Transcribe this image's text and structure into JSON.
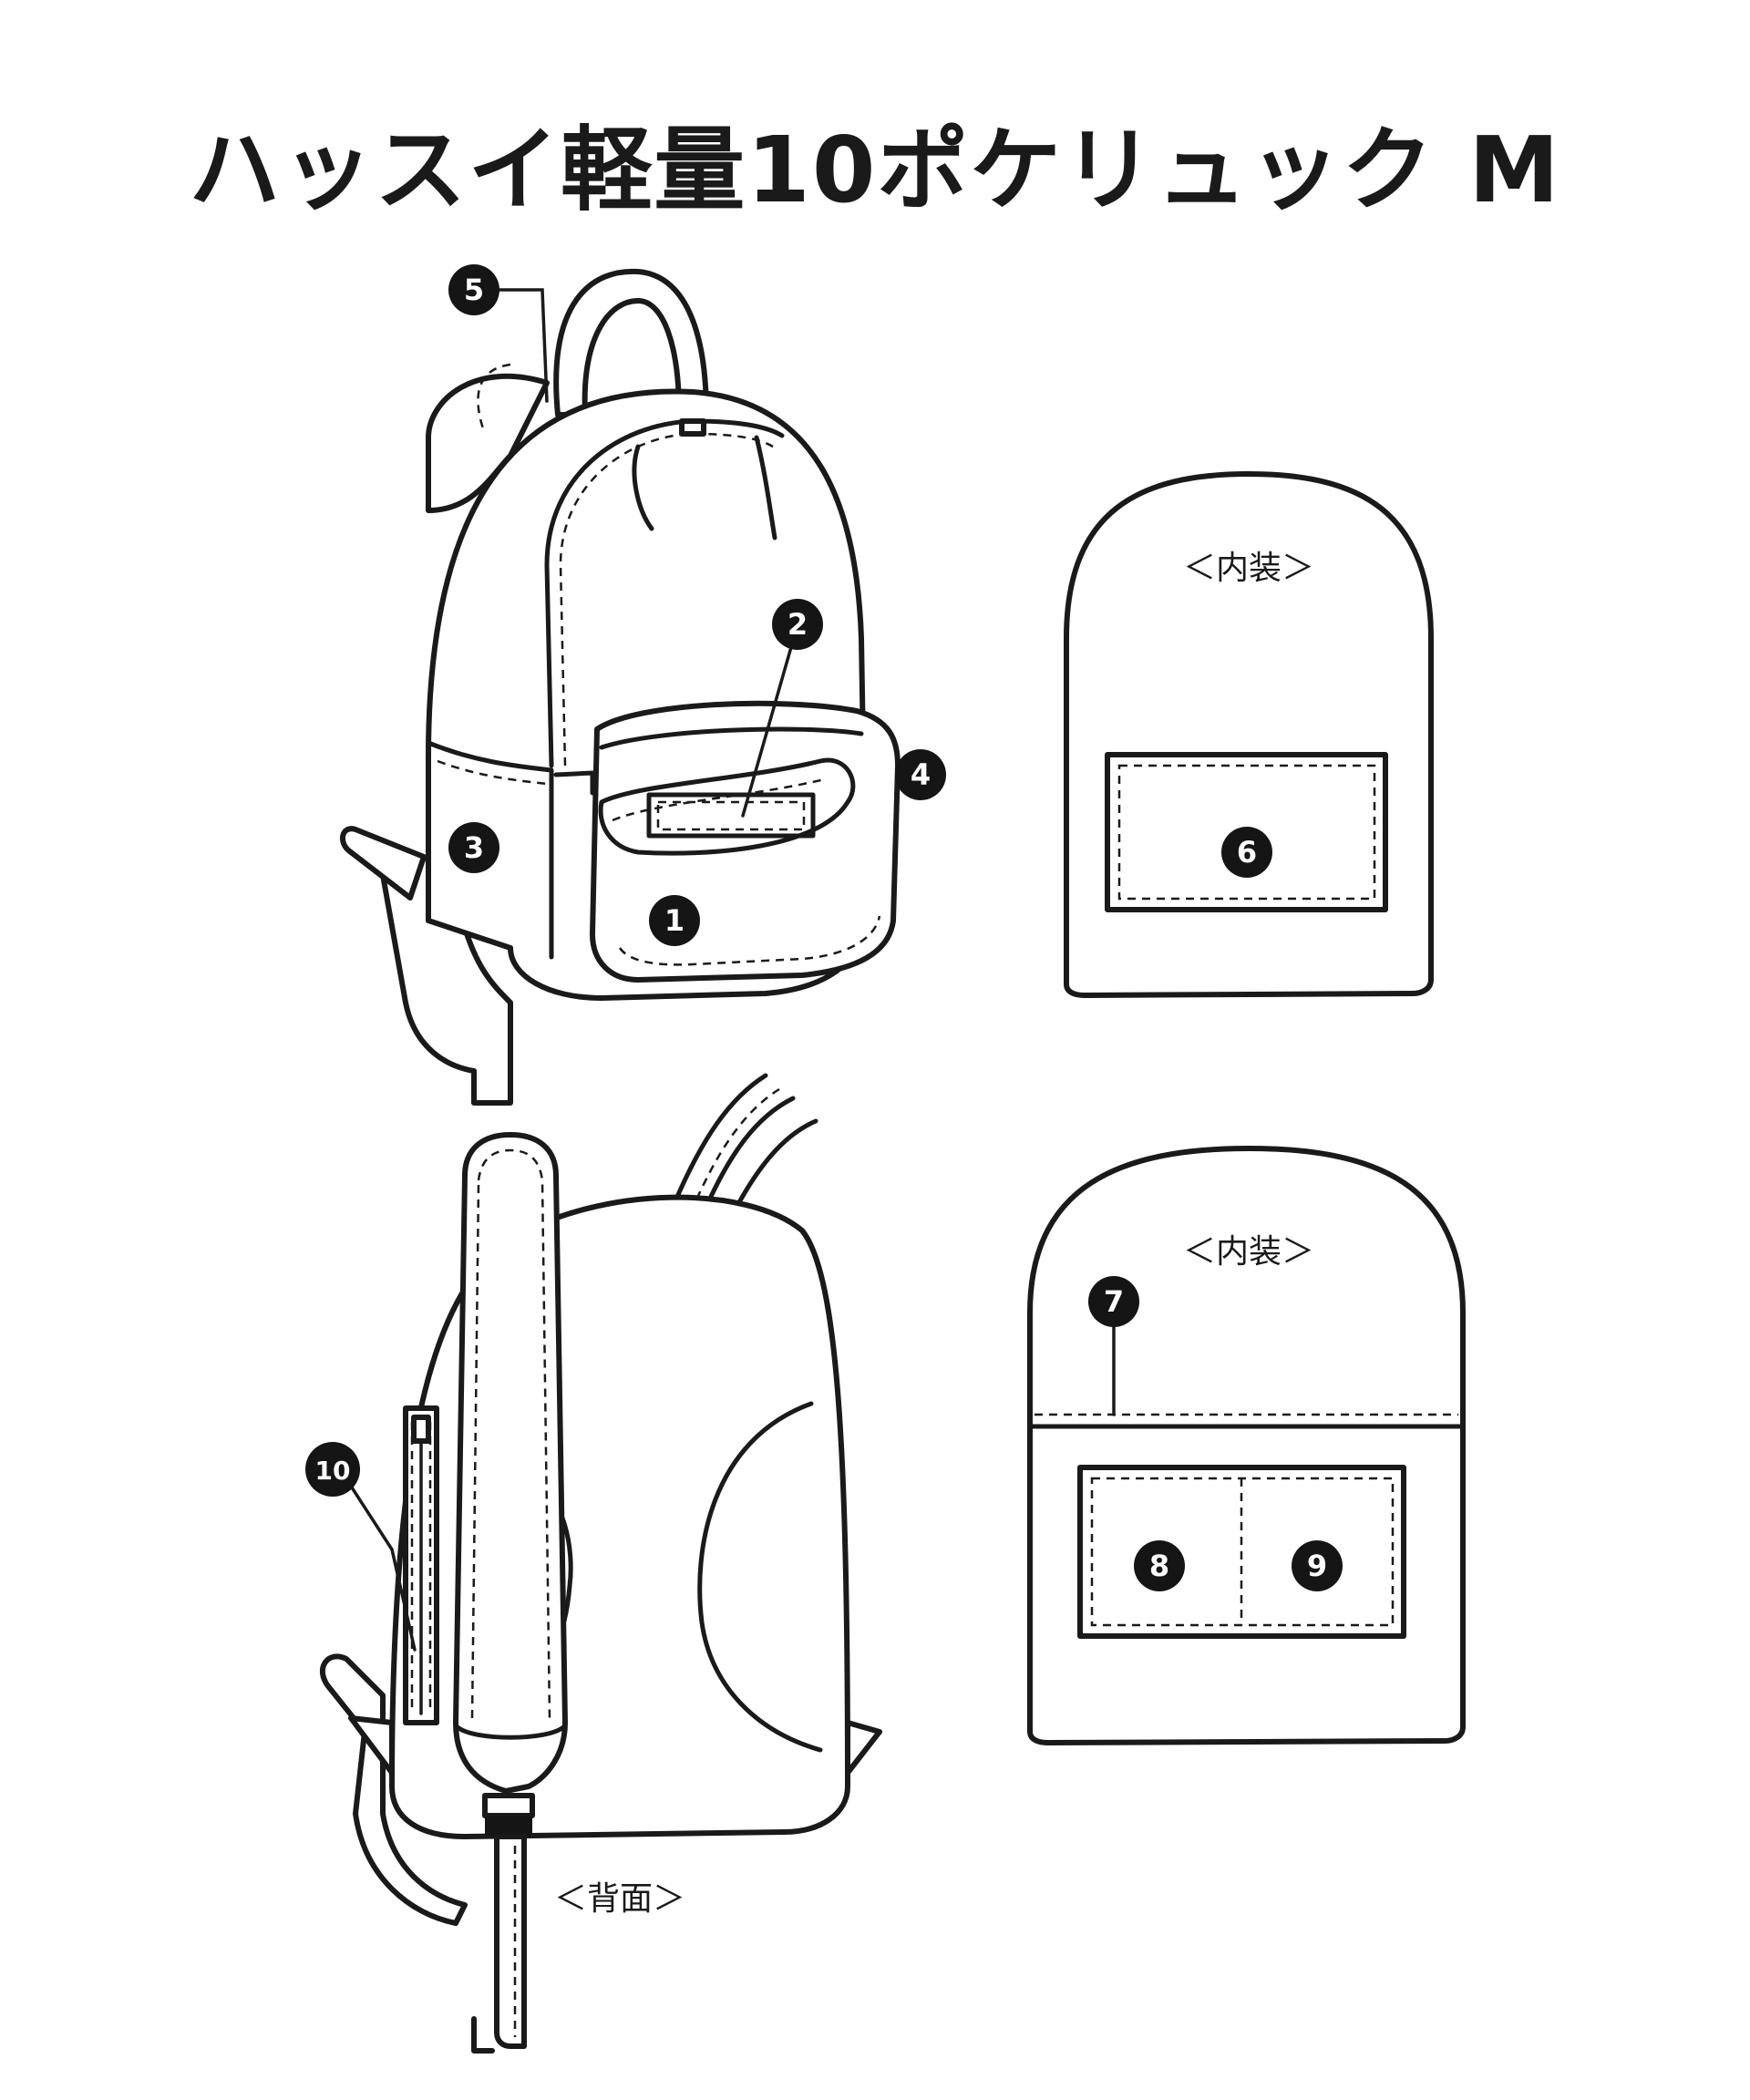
{
  "title": "ハッスイ軽量10ポケリュック M",
  "captions": {
    "interior_top": "＜内装＞",
    "interior_bottom": "＜内装＞",
    "back": "＜背面＞"
  },
  "badges": [
    "1",
    "2",
    "3",
    "4",
    "5",
    "6",
    "7",
    "8",
    "9",
    "10"
  ],
  "colors": {
    "line": "#1a1a1a",
    "badge_fill": "#151515",
    "background": "#ffffff"
  }
}
